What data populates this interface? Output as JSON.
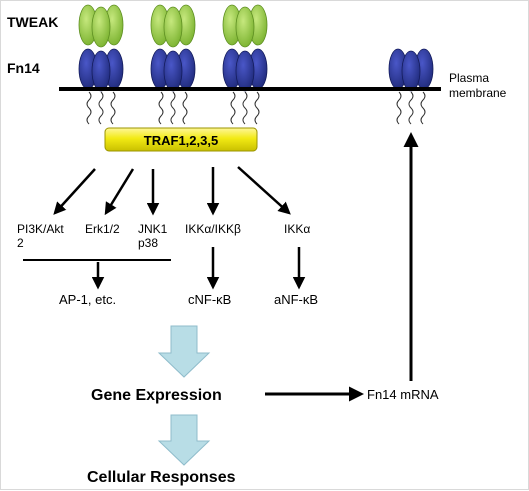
{
  "labels": {
    "tweak": "TWEAK",
    "fn14": "Fn14",
    "plasma": "Plasma",
    "membrane": "membrane",
    "traf": "TRAF1,2,3,5",
    "pi3k": "PI3K/Akt",
    "pi3k_sub": "2",
    "erk": "Erk1/2",
    "jnk": "JNK1",
    "p38": "p38",
    "ikk_ab": "IKKα/IKKβ",
    "ikk_a": "IKKα",
    "ap1": "AP-1, etc.",
    "cnfkb": "cNF-κB",
    "anfkb": "aNF-κB",
    "gene_expression": "Gene Expression",
    "fn14_mrna": "Fn14 mRNA",
    "cellular": "Cellular Responses"
  },
  "colors": {
    "tweak_green": "#8ec63f",
    "fn14_blue": "#2a3592",
    "traf_yellow": "#f2ea14",
    "block_arrow": "#b8dde6",
    "line": "#000000"
  }
}
